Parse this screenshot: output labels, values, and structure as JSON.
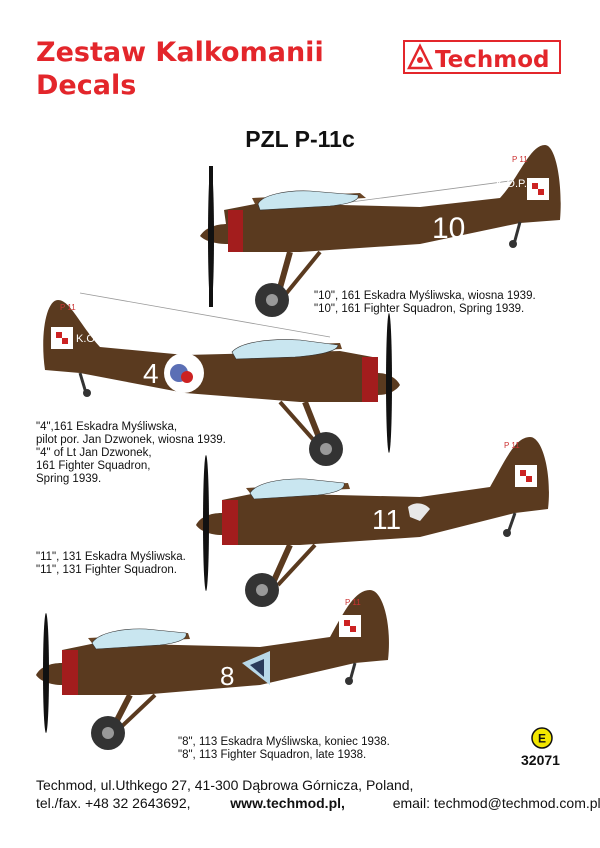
{
  "header": {
    "title_line1": "Zestaw Kalkomanii",
    "title_line2": "Decals",
    "brand": "Techmod"
  },
  "model": "PZL P-11c",
  "aircraft": [
    {
      "number": "10",
      "marking": "K.O.P.",
      "tail_code": "P 11",
      "caption": [
        "\"10\", 161 Eskadra Myśliwska, wiosna 1939.",
        "\"10\", 161 Fighter Squadron, Spring 1939."
      ]
    },
    {
      "number": "4",
      "marking": "K.O.P.",
      "tail_code": "P 11",
      "caption": [
        "\"4\",161 Eskadra Myśliwska,",
        "pilot por. Jan Dzwonek, wiosna 1939.",
        "\"4\" of Lt Jan Dzwonek,",
        "161 Fighter Squadron,",
        "Spring 1939."
      ]
    },
    {
      "number": "11",
      "tail_code": "P 11",
      "caption": [
        "\"11\", 131 Eskadra Myśliwska.",
        "\"11\", 131 Fighter Squadron."
      ]
    },
    {
      "number": "8",
      "tail_code": "P 11",
      "caption": [
        "\"8\", 113 Eskadra Myśliwska, koniec 1938.",
        "\"8\", 113 Fighter Squadron, late 1938."
      ]
    }
  ],
  "product": {
    "code": "32071",
    "e_mark": "E"
  },
  "footer": {
    "address": "Techmod, ul.Uthkego 27, 41-300 Dąbrowa Górnicza, Poland,",
    "phone": "tel./fax. +48 32 2643692,",
    "website": "www.techmod.pl,",
    "email": "email: techmod@techmod.com.pl"
  },
  "colors": {
    "title_red": "#e3262b",
    "airframe_brown": "#5a3a1f",
    "cowling_red": "#a31d1d",
    "canopy_blue": "#c9e6f0",
    "e_mark_yellow": "#f2e600"
  }
}
